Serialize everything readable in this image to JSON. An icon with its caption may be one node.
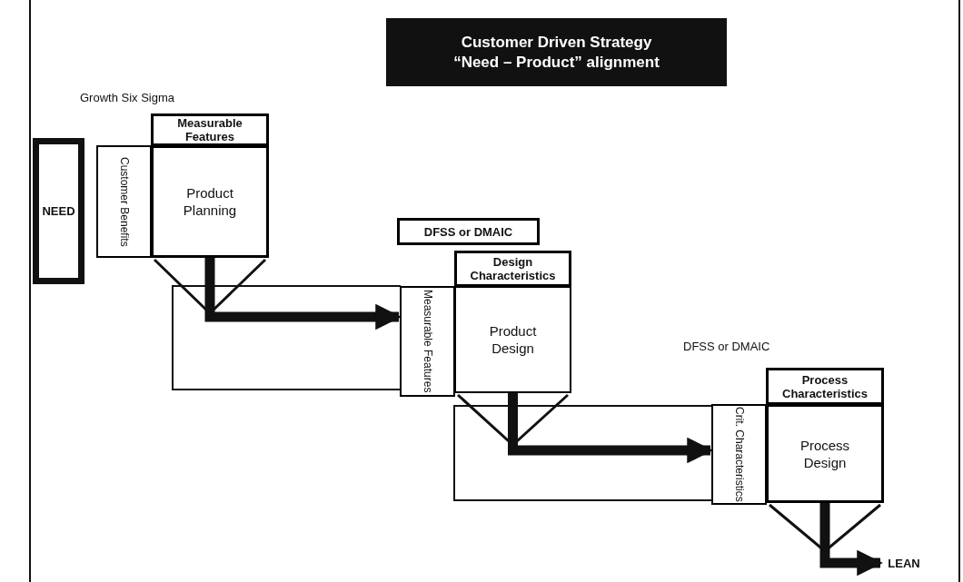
{
  "diagram": {
    "title": "Customer Driven Strategy “Need – Product” alignment",
    "nodes": [
      {
        "text": [
          "Measurable Features"
        ]
      },
      {
        "text": [
          "NEED"
        ]
      },
      {
        "text": [
          "Customer Benefits"
        ]
      },
      {
        "text": [
          "Product Planning"
        ]
      },
      {
        "text": [
          "DFSS or DMAIC"
        ]
      },
      {
        "text": [
          "Design Characteristics"
        ]
      },
      {
        "text": [
          "Measurable Features"
        ]
      },
      {
        "text": [
          "Product Design"
        ]
      },
      {
        "text": [
          "Process Characteristics"
        ]
      },
      {
        "text": [
          "Crit. Characteristics"
        ]
      },
      {
        "text": [
          "Process Design"
        ]
      },
      {
        "text": [
          "LEAN"
        ]
      }
    ],
    "edges": [
      {
        "from": 3,
        "to": 6,
        "arrow": "to"
      },
      {
        "from": 7,
        "to": 9,
        "arrow": "to"
      },
      {
        "from": 10,
        "to": 11,
        "arrow": "to"
      }
    ],
    "labels": [
      "Growth Six Sigma",
      "DFSS or DMAIC"
    ]
  }
}
